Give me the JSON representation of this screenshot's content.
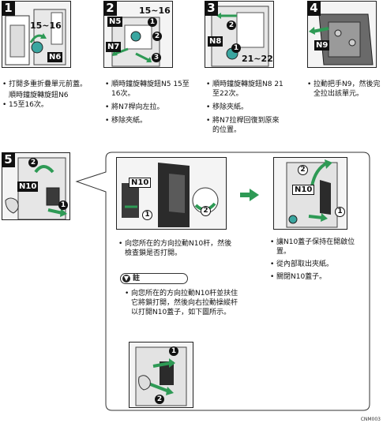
{
  "steps": {
    "s1": {
      "num": "1",
      "range": "15~16",
      "lever": "N6",
      "text": [
        "打開多重折疊單元前蓋。",
        "順時鐘旋轉旋鈕N6",
        "15至16次。"
      ]
    },
    "s2": {
      "num": "2",
      "range": "15~16",
      "lever_a": "N5",
      "lever_b": "N7",
      "markers": [
        "1",
        "2",
        "3"
      ],
      "text": [
        "順時鐘旋轉旋鈕N5 15至16次。",
        "將N7桿向左拉。",
        "移除夾紙。"
      ]
    },
    "s3": {
      "num": "3",
      "range": "21~22",
      "lever": "N8",
      "markers": [
        "2",
        "1"
      ],
      "text": [
        "順時鐘旋轉旋鈕N8 21至22次。",
        "移除夾紙。",
        "將N7拉桿回復到原來的位置。"
      ]
    },
    "s4": {
      "num": "4",
      "lever": "N9",
      "text": [
        "拉動把手N9，然後完全拉出該單元。"
      ]
    },
    "s5": {
      "num": "5",
      "lever": "N10",
      "markers": [
        "2",
        "1"
      ],
      "left": {
        "lever": "N10",
        "markers": [
          "1",
          "2"
        ],
        "text": [
          "向您所在的方向拉動N10杆，然後檢查鎖是否打開。"
        ]
      },
      "right": {
        "lever": "N10",
        "markers": [
          "2",
          "1"
        ],
        "text": [
          "讓N10蓋子保持在開啟位置。",
          "從內部取出夾紙。",
          "關閉N10蓋子。"
        ]
      },
      "note": {
        "label": "註",
        "text": "向您所在的方向拉動N10杆並扶住它將鎖打開，然後向右拉動操縱杆以打開N10蓋子，如下圖所示。",
        "markers": [
          "1",
          "2"
        ]
      }
    }
  },
  "figure_code": "CNM003",
  "colors": {
    "arrow_green": "#2e9a55",
    "panel_dark": "#1b1b1b",
    "knob_teal": "#3aa6a0"
  }
}
